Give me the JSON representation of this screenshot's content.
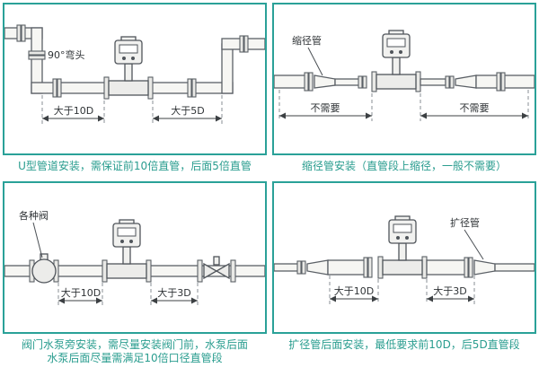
{
  "theme": {
    "accent_border": "#2aa198",
    "caption_color": "#2a9d8f",
    "line_color": "#5b6066"
  },
  "panels": {
    "u_type": {
      "annotation": "90°弯头",
      "dim_left": "大于10D",
      "dim_right": "大于5D",
      "caption": "U型管道安装，需保证前10倍直管，后面5倍直管"
    },
    "reducer": {
      "annotation": "缩径管",
      "dim_left": "不需要",
      "dim_right": "不需要",
      "caption": "缩径管安装（直管段上缩径，一般不需要）"
    },
    "valve_pump": {
      "annotation": "各种阀",
      "dim_left": "大于10D",
      "dim_right": "大于3D",
      "caption_line1": "阀门水泵旁安装，需尽量安装阀门前，水泵后面",
      "caption_line2": "水泵后面尽量需满足10倍口径直管段"
    },
    "expander": {
      "annotation": "扩径管",
      "dim_left": "大于10D",
      "dim_right": "大于3D",
      "caption": "扩径管后面安装，最低要求前10D，后5D直管段"
    }
  }
}
